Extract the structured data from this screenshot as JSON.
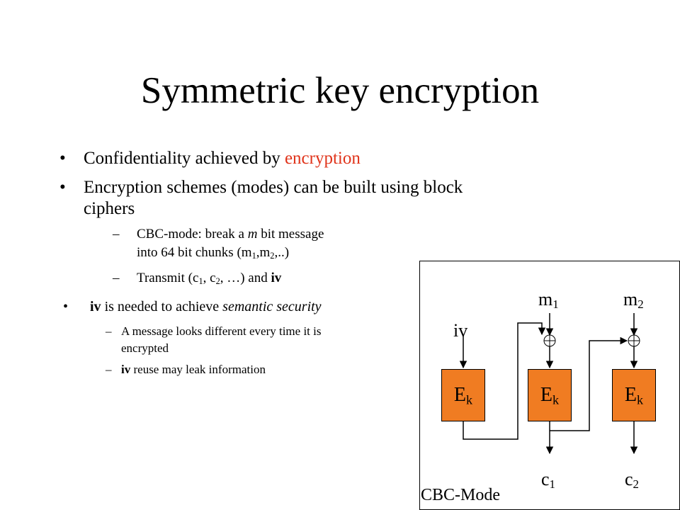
{
  "slide": {
    "title": "Symmetric key encryption",
    "bullet1": {
      "text": "Confidentiality achieved by ",
      "highlight": "encryption"
    },
    "bullet2": {
      "line1": "Encryption schemes (modes) can be built using block",
      "line2": "ciphers"
    },
    "sub1": {
      "line1": "CBC-mode: break a ",
      "line1_italic": "m",
      "line1_end": " bit message",
      "line2_start": "into 64 bit chunks (m",
      "s1": "1",
      "comma": ",m",
      "s2": "2",
      "line2_end": ",..)"
    },
    "sub2": {
      "start": "Transmit (c",
      "s1": "1",
      "mid": ", c",
      "s2": "2",
      "end": ", …) and ",
      "bold": "iv"
    },
    "bullet3": {
      "bold": "iv",
      "text": " is needed to achieve ",
      "italic": "semantic security"
    },
    "sub3": {
      "line1": "A message looks different every time it is",
      "line2": "encrypted"
    },
    "sub4": {
      "bold": "iv",
      "text": " reuse may leak information"
    },
    "colors": {
      "accent": "#e0331a",
      "box_fill": "#f07c22"
    }
  },
  "diagram": {
    "iv_label": "iv",
    "m_base": "m",
    "c_base": "c",
    "inputs": [
      "1",
      "2"
    ],
    "outputs": [
      "1",
      "2"
    ],
    "block_base": "E",
    "block_sub": "k",
    "caption": "CBC-Mode",
    "xor_symbol": "⊕"
  }
}
